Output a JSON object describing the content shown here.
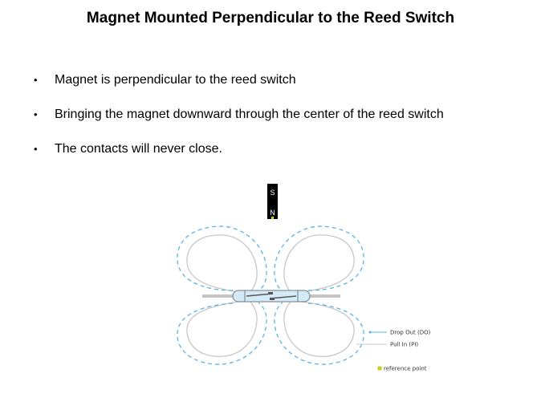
{
  "slide": {
    "title": "Magnet Mounted Perpendicular to the Reed Switch",
    "bullets": [
      "Magnet is perpendicular to the reed switch",
      "Bringing the magnet downward through the center of the reed switch",
      "The contacts will never close."
    ],
    "bullet_symbol": "•"
  },
  "diagram": {
    "magnet": {
      "south_label": "S",
      "north_label": "N"
    },
    "legend": {
      "drop_out_label": "Drop Out (DO)",
      "pull_in_label": "Pull In (PI)",
      "reference_label": "reference point"
    },
    "colors": {
      "drop_out": "#5ab4e8",
      "pull_in": "#c8c8c8",
      "reference_point": "#d8d800",
      "magnet": "#000000",
      "glass": "#d6eaf6"
    }
  }
}
